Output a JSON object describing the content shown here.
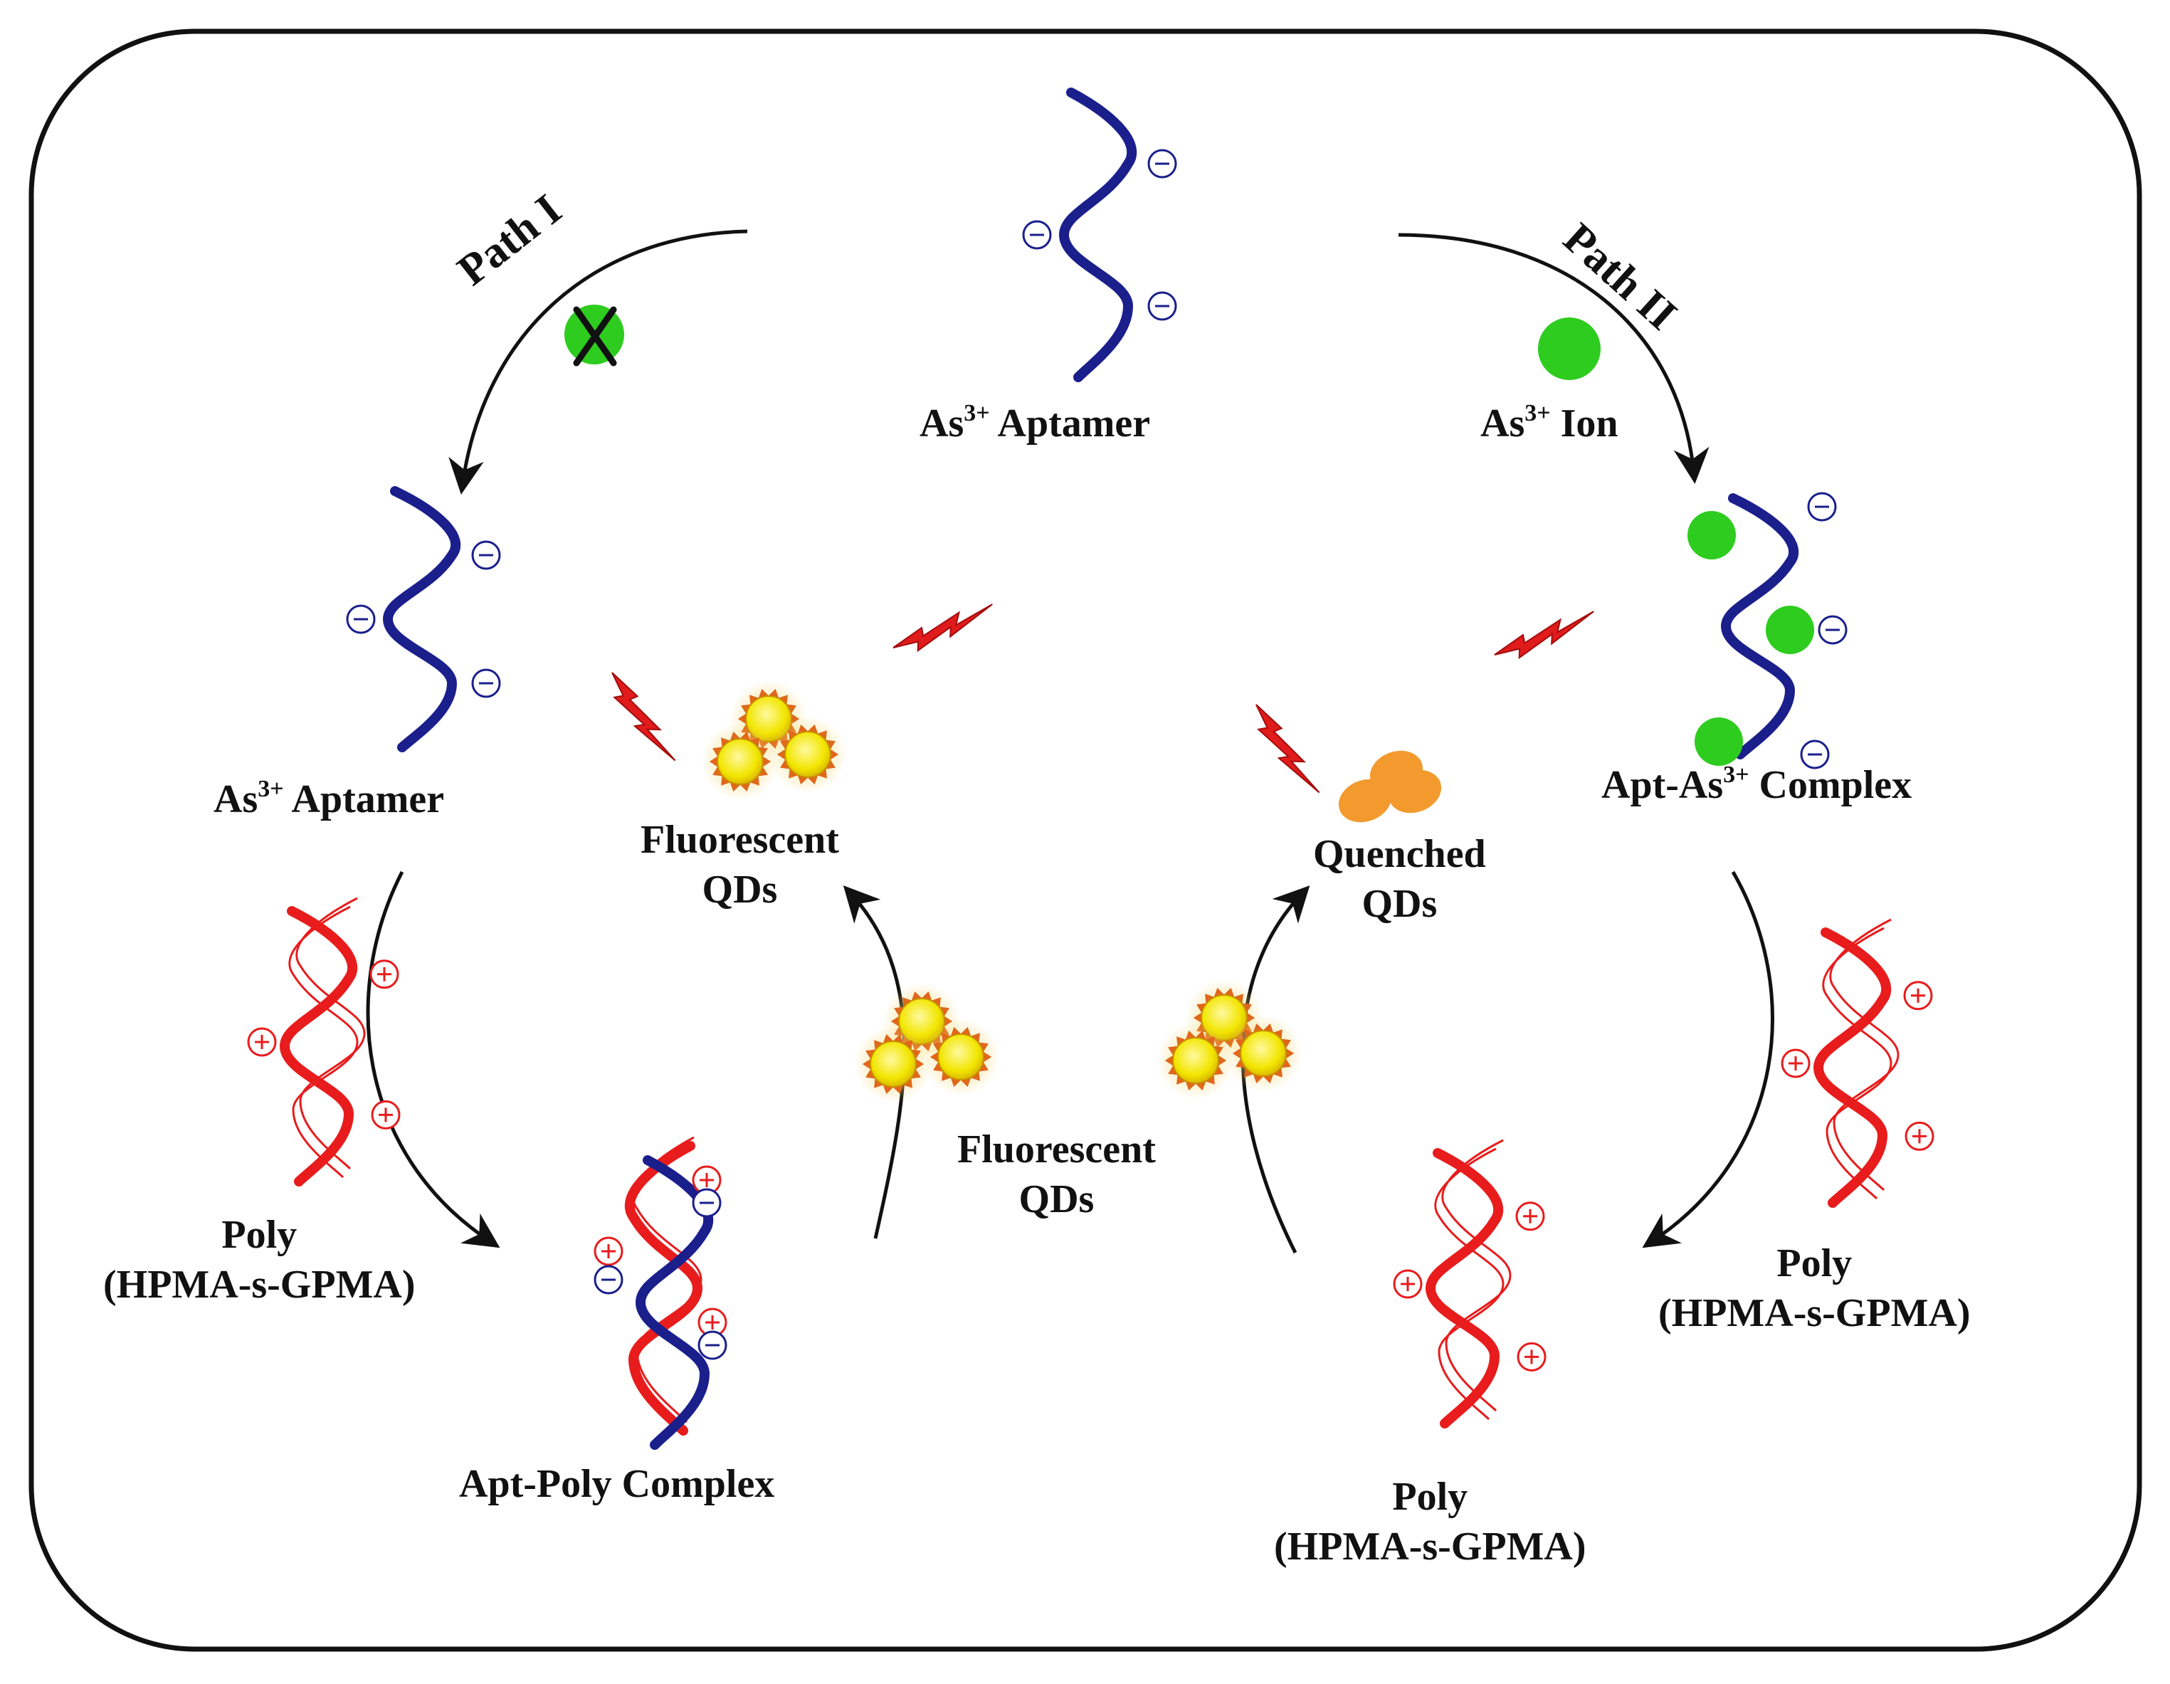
{
  "labels": {
    "path1": "Path I",
    "path2": "Path II",
    "top_aptamer": {
      "pre": "As",
      "sup": "3+",
      "post": " Aptamer"
    },
    "ion": {
      "pre": "As",
      "sup": "3+",
      "post": " Ion"
    },
    "left_aptamer": {
      "pre": "As",
      "sup": "3+",
      "post": " Aptamer"
    },
    "apt_as_complex": {
      "pre": "Apt-As",
      "sup": "3+",
      "post": " Complex"
    },
    "fluorescent_qds_top": [
      "Fluorescent",
      "QDs"
    ],
    "quenched_qds": [
      "Quenched",
      "QDs"
    ],
    "fluorescent_qds_center": [
      "Fluorescent",
      "QDs"
    ],
    "poly_left": [
      "Poly",
      "(HPMA-s-GPMA)"
    ],
    "poly_right": [
      "Poly",
      "(HPMA-s-GPMA)"
    ],
    "poly_bottom": [
      "Poly",
      "(HPMA-s-GPMA)"
    ],
    "apt_poly_complex": "Apt-Poly Complex"
  },
  "colors": {
    "aptamer": "#1a1f8c",
    "polymer": "#e81c1c",
    "ion": "#2ecc1f",
    "qd_core": "#f2e600",
    "qd_spike": "#e0671b",
    "quenched": "#f29a2e",
    "lightning": "#e01b1b",
    "arrow": "#111111",
    "frame": "#111111"
  },
  "icons": {
    "blocked_ion": "crossed-ion-icon",
    "lightning": "lightning-icon",
    "negative_charge": "minus-charge-icon",
    "positive_charge": "plus-charge-icon"
  }
}
